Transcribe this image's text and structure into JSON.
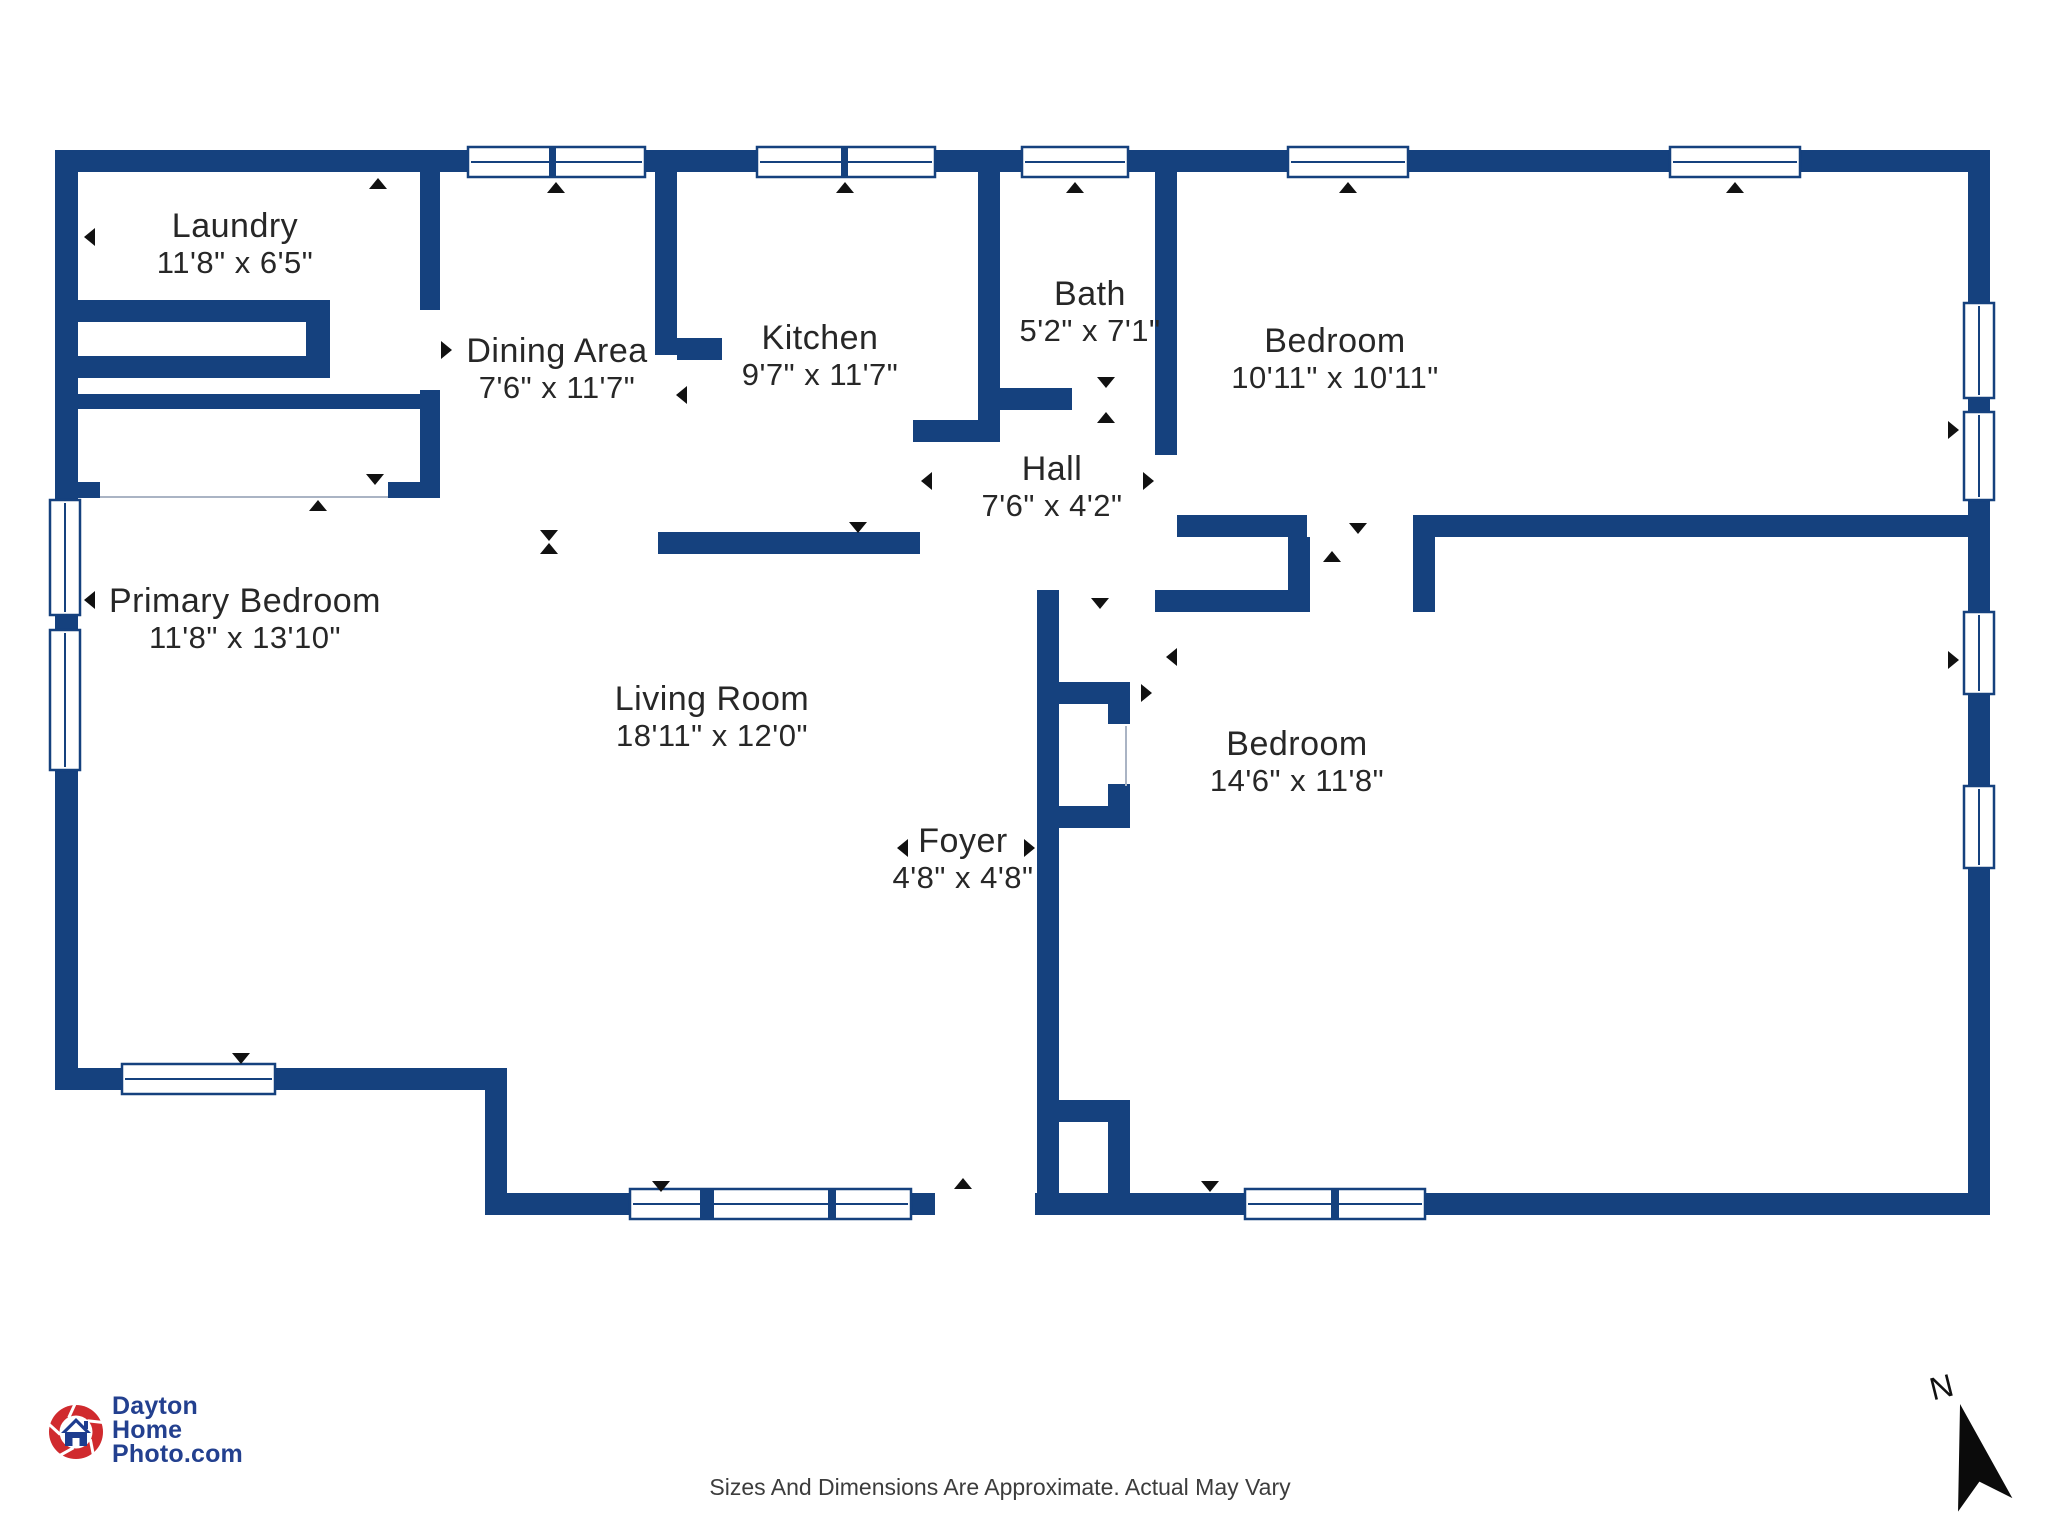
{
  "page": {
    "background": "#ffffff"
  },
  "floorplan": {
    "wall_color": "#15417e",
    "marker_color": "#111111",
    "rooms": [
      {
        "id": "laundry",
        "name": "Laundry",
        "dims": "11'8\" x 6'5\""
      },
      {
        "id": "dining-area",
        "name": "Dining Area",
        "dims": "7'6\" x 11'7\""
      },
      {
        "id": "kitchen",
        "name": "Kitchen",
        "dims": "9'7\" x 11'7\""
      },
      {
        "id": "bath",
        "name": "Bath",
        "dims": "5'2\" x 7'1\""
      },
      {
        "id": "bedroom-right",
        "name": "Bedroom",
        "dims": "10'11\" x 10'11\""
      },
      {
        "id": "hall",
        "name": "Hall",
        "dims": "7'6\" x 4'2\""
      },
      {
        "id": "primary-bedroom",
        "name": "Primary Bedroom",
        "dims": "11'8\" x 13'10\""
      },
      {
        "id": "living-room",
        "name": "Living Room",
        "dims": "18'11\" x 12'0\""
      },
      {
        "id": "foyer",
        "name": "Foyer",
        "dims": "4'8\" x 4'8\""
      },
      {
        "id": "bedroom-lower-right",
        "name": "Bedroom",
        "dims": "14'6\" x 11'8\""
      }
    ]
  },
  "branding": {
    "logo_line1": "Dayton",
    "logo_line2": "Home",
    "logo_line3": "Photo.com",
    "logo_red": "#d02a2e",
    "logo_blue": "#23408f"
  },
  "footer": {
    "disclaimer": "Sizes And Dimensions Are Approximate. Actual May Vary"
  },
  "compass": {
    "label": "N"
  }
}
